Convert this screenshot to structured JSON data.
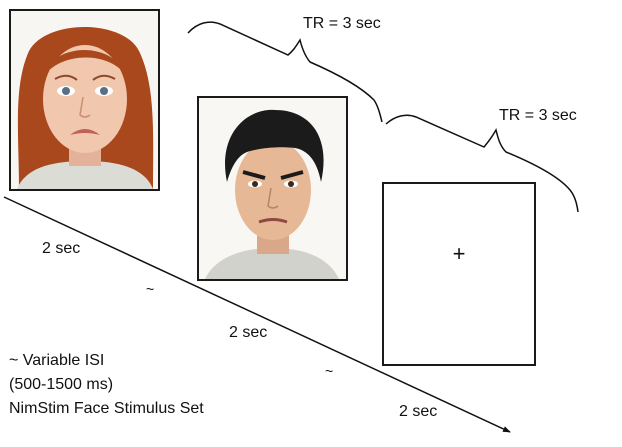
{
  "tr_labels": [
    "TR = 3 sec",
    "TR = 3 sec"
  ],
  "durations": [
    "2 sec",
    "2 sec",
    "2 sec"
  ],
  "tildes": [
    "~",
    "~"
  ],
  "fixation": "+",
  "legend": [
    "~ Variable ISI",
    "(500-1500 ms)",
    "NimStim Face Stimulus Set"
  ],
  "stimuli": [
    {
      "expression": "sad",
      "subject": "female face",
      "hair": "red"
    },
    {
      "expression": "angry",
      "subject": "male face",
      "hair": "black"
    },
    {
      "expression": "fixation",
      "subject": "fixation cross"
    }
  ]
}
